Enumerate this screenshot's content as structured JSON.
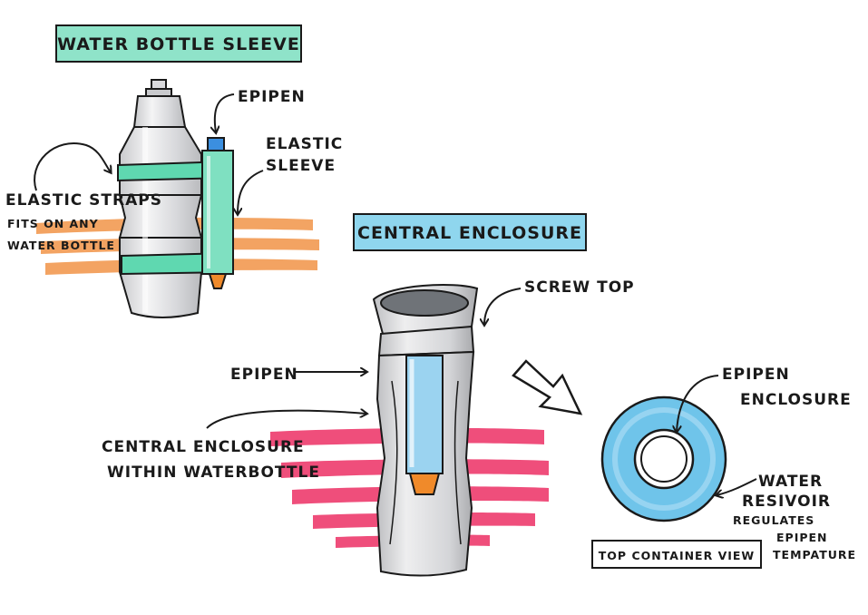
{
  "titles": {
    "sleeve": "WATER BOTTLE SLEEVE",
    "central": "CENTRAL ENCLOSURE",
    "top_view": "TOP CONTAINER VIEW"
  },
  "labels": {
    "epipen_top": "EPIPEN",
    "elastic_sleeve_1": "ELASTIC",
    "elastic_sleeve_2": "SLEEVE",
    "elastic_straps": "ELASTIC STRAPS",
    "fits_1": "FITS ON ANY",
    "fits_2": "WATER BOTTLE",
    "screw_top": "SCREW TOP",
    "epipen_mid": "EPIPEN",
    "central_within_1": "CENTRAL ENCLOSURE",
    "central_within_2": "WITHIN WATERBOTTLE",
    "epipen_enclosure_1": "EPIPEN",
    "epipen_enclosure_2": "ENCLOSURE",
    "water_1": "WATER",
    "water_2": "RESIVOIR",
    "regulates_1": "REGULATES",
    "regulates_2": "EPIPEN",
    "regulates_3": "TEMPATURE"
  },
  "colors": {
    "title_bg_green": "#8fe3c9",
    "title_bg_blue": "#8fd6ee",
    "orange": "#f29a52",
    "pink": "#ee3b6d",
    "teal_strap": "#5fd8b0",
    "ring_blue": "#6fc4ea",
    "epipen_blue": "#9bd3f0",
    "epipen_cap": "#3b8fe0",
    "epipen_tip": "#f08a2a",
    "bottle_grey": "#dcdde0",
    "outline": "#1a1a1a"
  },
  "icons": {
    "big_arrow": "hollow-arrow-right-down-icon",
    "leader_arrows": "curved-leader-arrow-icon"
  }
}
